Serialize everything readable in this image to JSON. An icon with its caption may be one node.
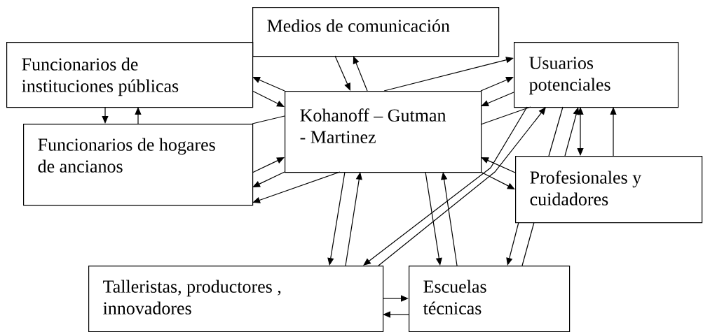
{
  "diagram": {
    "nodes": [
      {
        "text": [
          "Medios de comunicación"
        ]
      },
      {
        "text": [
          "Funcionarios de instituciones públicas"
        ]
      },
      {
        "text": [
          "Kohanoff – Gutman - Martinez"
        ]
      },
      {
        "text": [
          "Usuarios potenciales"
        ]
      },
      {
        "text": [
          "Funcionarios de hogares de ancianos"
        ]
      },
      {
        "text": [
          "Profesionales y cuidadores"
        ]
      },
      {
        "text": [
          "Talleristas, productores , innovadores"
        ]
      },
      {
        "text": [
          "Escuelas técnicas"
        ]
      }
    ],
    "edges": [
      {
        "from": 0,
        "to": 2,
        "arrow": "to"
      },
      {
        "from": 2,
        "to": 0,
        "arrow": "to"
      },
      {
        "from": 2,
        "to": 3,
        "arrow": "to"
      },
      {
        "from": 2,
        "to": 3,
        "arrow": "to"
      },
      {
        "from": 3,
        "to": 2,
        "arrow": "to"
      },
      {
        "from": 2,
        "to": 3,
        "arrow": "none"
      },
      {
        "from": 3,
        "to": 6,
        "arrow": "to"
      },
      {
        "from": 6,
        "to": 3,
        "arrow": "to"
      },
      {
        "from": 5,
        "to": 2,
        "arrow": "to"
      },
      {
        "from": 2,
        "to": 5,
        "arrow": "to"
      },
      {
        "from": 3,
        "to": 5,
        "arrow": "none"
      },
      {
        "from": 5,
        "to": 3,
        "arrow": "to"
      },
      {
        "from": 3,
        "to": 5,
        "arrow": "both"
      },
      {
        "from": 5,
        "to": 3,
        "arrow": "to"
      },
      {
        "from": 5,
        "to": 7,
        "arrow": "to"
      },
      {
        "from": 5,
        "to": 7,
        "arrow": "none"
      },
      {
        "from": 2,
        "to": 1,
        "arrow": "to"
      },
      {
        "from": 1,
        "to": 2,
        "arrow": "to"
      },
      {
        "from": 1,
        "to": 4,
        "arrow": "to"
      },
      {
        "from": 4,
        "to": 1,
        "arrow": "to"
      },
      {
        "from": 4,
        "to": 2,
        "arrow": "none"
      },
      {
        "from": 4,
        "to": 2,
        "arrow": "to"
      },
      {
        "from": 2,
        "to": 4,
        "arrow": "to"
      },
      {
        "from": 2,
        "to": 4,
        "arrow": "to"
      },
      {
        "from": 2,
        "to": 6,
        "arrow": "to"
      },
      {
        "from": 6,
        "to": 2,
        "arrow": "to"
      },
      {
        "from": 2,
        "to": 7,
        "arrow": "to"
      },
      {
        "from": 7,
        "to": 2,
        "arrow": "to"
      },
      {
        "from": 6,
        "to": 7,
        "arrow": "to"
      },
      {
        "from": 7,
        "to": 6,
        "arrow": "to"
      }
    ]
  }
}
